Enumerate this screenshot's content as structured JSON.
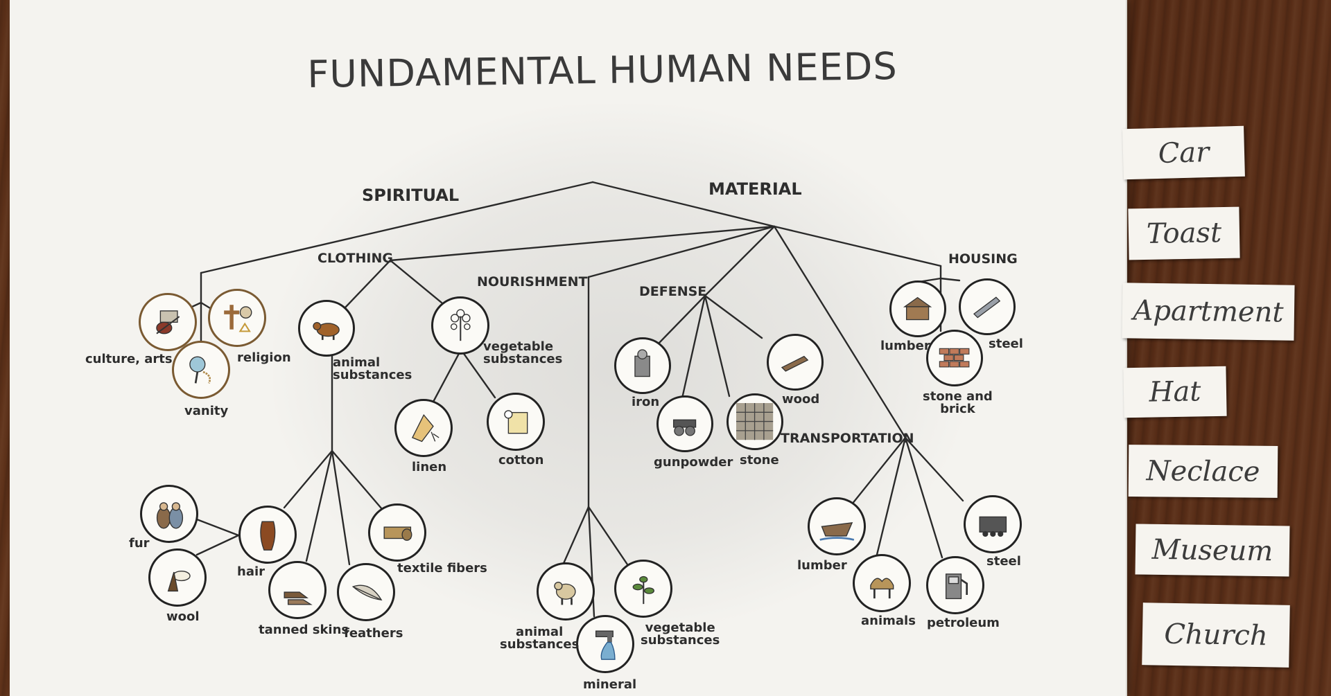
{
  "title": "FUNDAMENTAL HUMAN NEEDS",
  "branches": {
    "spiritual": "SPIRITUAL",
    "material": "MATERIAL"
  },
  "spiritual_items": {
    "culture_arts": "culture, arts",
    "religion": "religion",
    "vanity": "vanity"
  },
  "categories": {
    "clothing": "CLOTHING",
    "nourishment": "NOURISHMENT",
    "defense": "DEFENSE",
    "housing": "HOUSING",
    "transportation": "TRANSPORTATION"
  },
  "clothing": {
    "animal_substances": [
      "animal",
      "substances"
    ],
    "vegetable_substances": [
      "vegetable",
      "substances"
    ],
    "linen": "linen",
    "cotton": "cotton",
    "fur": "fur",
    "wool": "wool",
    "hair": "hair",
    "tanned_skins": "tanned skins",
    "feathers": "feathers",
    "textile_fibers": "textile fibers"
  },
  "nourishment": {
    "animal_substances": [
      "animal",
      "substances"
    ],
    "vegetable_substances": [
      "vegetable",
      "substances"
    ],
    "mineral": "mineral"
  },
  "defense": {
    "iron": "iron",
    "wood": "wood",
    "gunpowder": "gunpowder",
    "stone": "stone"
  },
  "housing": {
    "lumber": "lumber",
    "steel": "steel",
    "stone_brick": [
      "stone and",
      "brick"
    ]
  },
  "transportation": {
    "lumber": "lumber",
    "steel": "steel",
    "animals": "animals",
    "petroleum": "petroleum"
  },
  "cards": [
    "Car",
    "Toast",
    "Apartment",
    "Hat",
    "Neclace",
    "Museum",
    "Church"
  ],
  "colors": {
    "paper": "#f4f3ef",
    "ink": "#2d2d2d",
    "wood": "#5a2f18",
    "card": "#f6f4ef"
  }
}
